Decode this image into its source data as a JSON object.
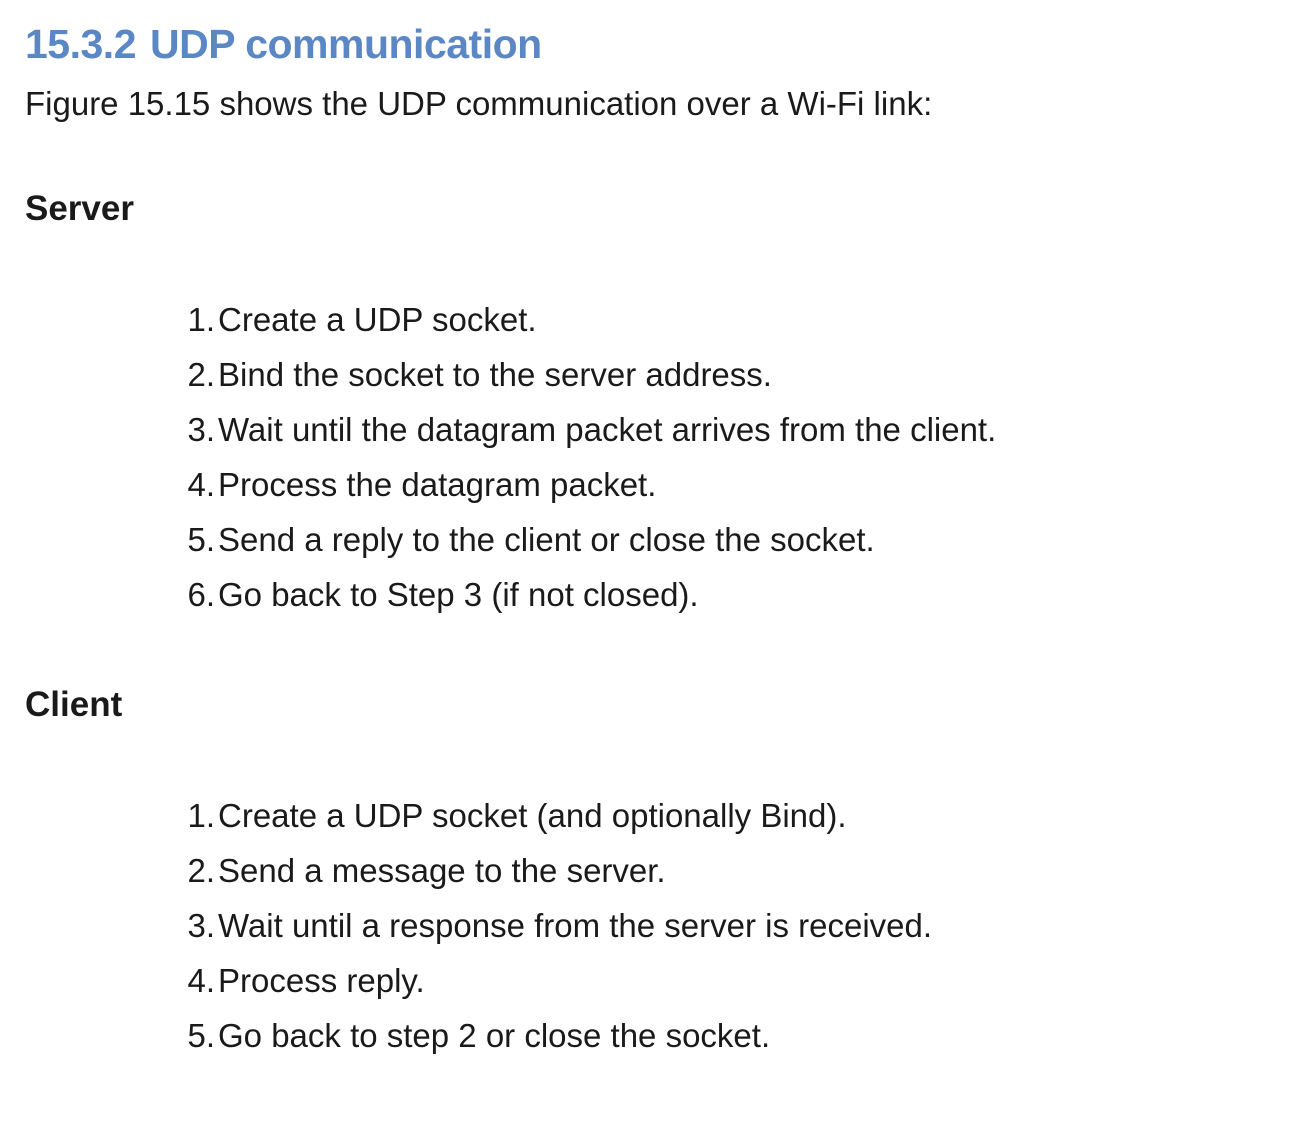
{
  "heading": {
    "number": "15.3.2",
    "title": "UDP communication"
  },
  "intro": "Figure 15.15 shows the UDP communication over a Wi-Fi link:",
  "colors": {
    "heading_blue": "#5b87c5",
    "body_text": "#1a1a1a",
    "background": "#ffffff"
  },
  "sections": [
    {
      "title": "Server",
      "steps": [
        "Create a UDP socket.",
        "Bind the socket to the server address.",
        "Wait until the datagram packet arrives from the client.",
        "Process the datagram packet.",
        "Send a reply to the client or close the socket.",
        "Go back to Step 3 (if not closed)."
      ]
    },
    {
      "title": "Client",
      "steps": [
        "Create a UDP socket (and optionally Bind).",
        "Send a message to the server.",
        "Wait until a response from the server is received.",
        "Process reply.",
        "Go back to step 2 or close the socket."
      ]
    }
  ]
}
